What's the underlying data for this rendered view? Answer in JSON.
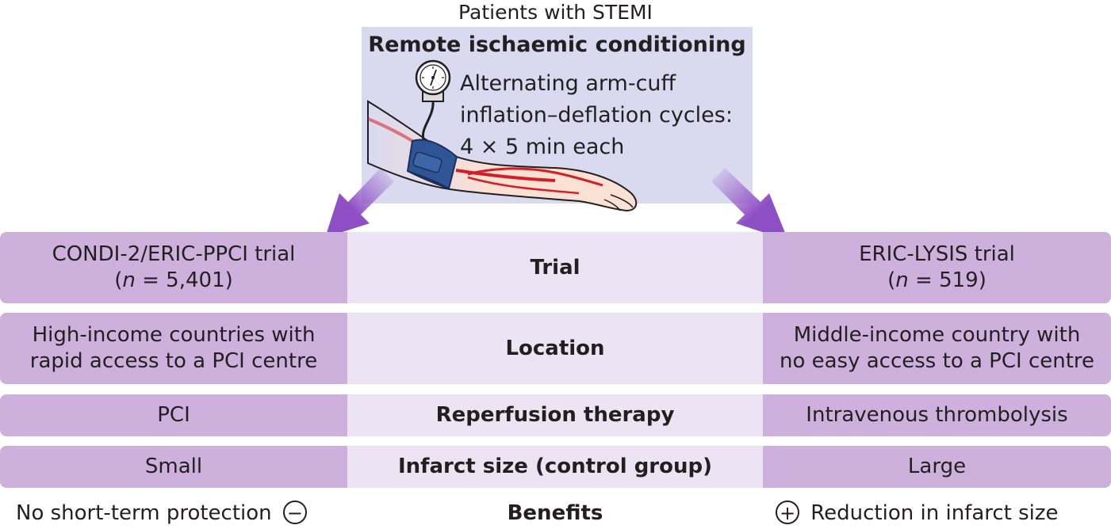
{
  "header": "Patients with STEMI",
  "intervention": {
    "title": "Remote ischaemic conditioning",
    "description_lines": [
      "Alternating arm-cuff",
      "inflation–deflation cycles:",
      "4 × 5 min each"
    ],
    "gauge_icon": "pressure-gauge-icon",
    "arm_icon": "arm-with-cuff-icon"
  },
  "colors": {
    "intervention_box": "#d9d9ef",
    "side_cells": "#cdb1dc",
    "middle_cells": "#ede4f3",
    "arrow": "#8e4fc4",
    "cuff": "#2f5597",
    "artery": "#d21f26",
    "skin": "#fbe0d4"
  },
  "rows": [
    {
      "label": "Trial",
      "left": {
        "name": "CONDI-2/ERIC-PPCI trial",
        "n_label": "n",
        "n_value": " = 5,401"
      },
      "right": {
        "name": "ERIC-LYSIS trial",
        "n_label": "n",
        "n_value": " = 519"
      }
    },
    {
      "label": "Location",
      "left": [
        "High-income countries with",
        "rapid access to a PCI centre"
      ],
      "right": [
        "Middle-income country with",
        "no easy access to a PCI centre"
      ]
    },
    {
      "label": "Reperfusion therapy",
      "left": "PCI",
      "right": "Intravenous thrombolysis"
    },
    {
      "label": "Infarct size (control group)",
      "left": "Small",
      "right": "Large"
    }
  ],
  "benefits": {
    "label": "Benefits",
    "left": "No short-term protection",
    "left_sign": "−",
    "right": "Reduction in infarct size",
    "right_sign": "+"
  }
}
